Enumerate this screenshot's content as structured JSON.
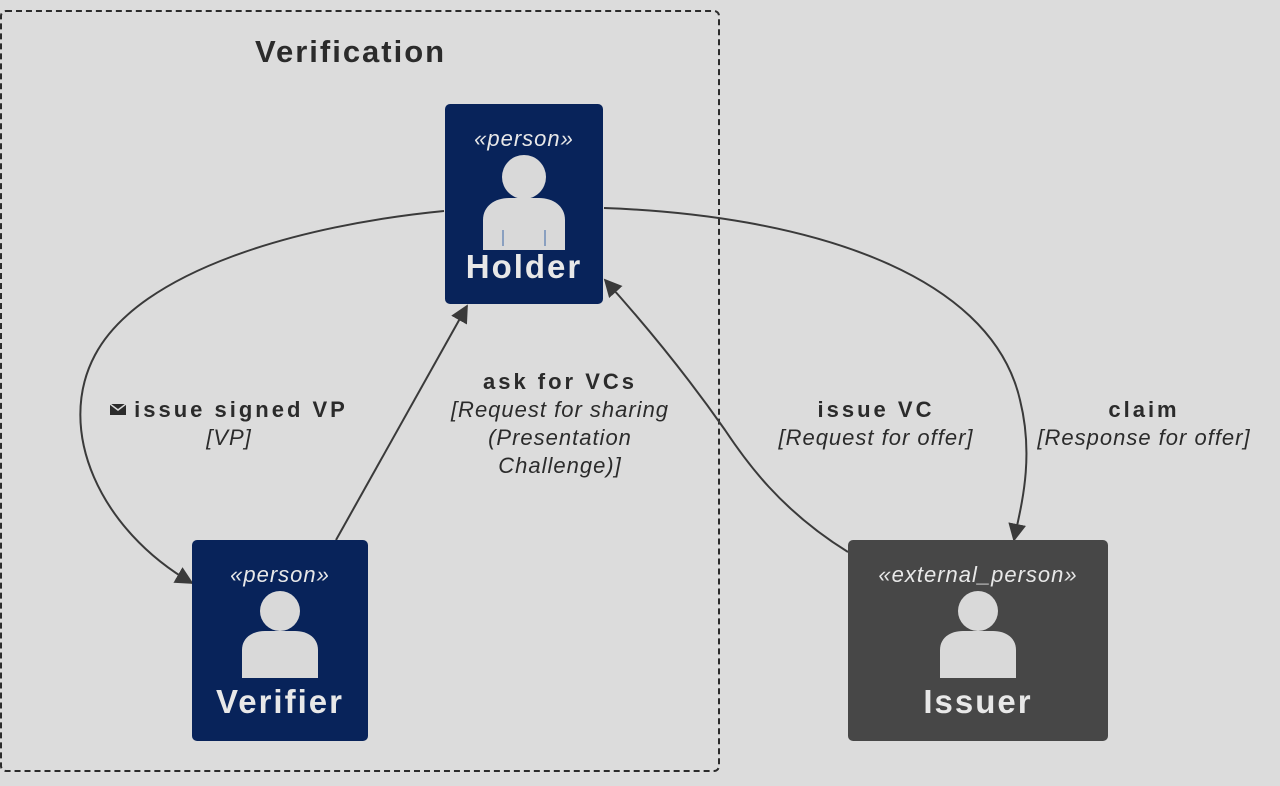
{
  "boundary": {
    "title": "Verification"
  },
  "nodes": {
    "holder": {
      "stereotype": "«person»",
      "label": "Holder",
      "icon": "person-icon"
    },
    "verifier": {
      "stereotype": "«person»",
      "label": "Verifier",
      "icon": "person-icon"
    },
    "issuer": {
      "stereotype": "«external_person»",
      "label": "Issuer",
      "icon": "person-icon"
    }
  },
  "edges": {
    "issue_signed_vp": {
      "name": "issue signed VP",
      "tech": "[VP]",
      "icon": "mail-icon"
    },
    "ask_for_vcs": {
      "name": "ask for VCs",
      "tech_lines": [
        "[Request for sharing",
        "(Presentation",
        "Challenge)]"
      ]
    },
    "issue_vc": {
      "name": "issue VC",
      "tech": "[Request for offer]"
    },
    "claim": {
      "name": "claim",
      "tech": "[Response for offer]"
    }
  },
  "colors": {
    "background": "#dcdcdc",
    "person": "#08235a",
    "external_person": "#474747",
    "edge": "#3a3a3a"
  }
}
